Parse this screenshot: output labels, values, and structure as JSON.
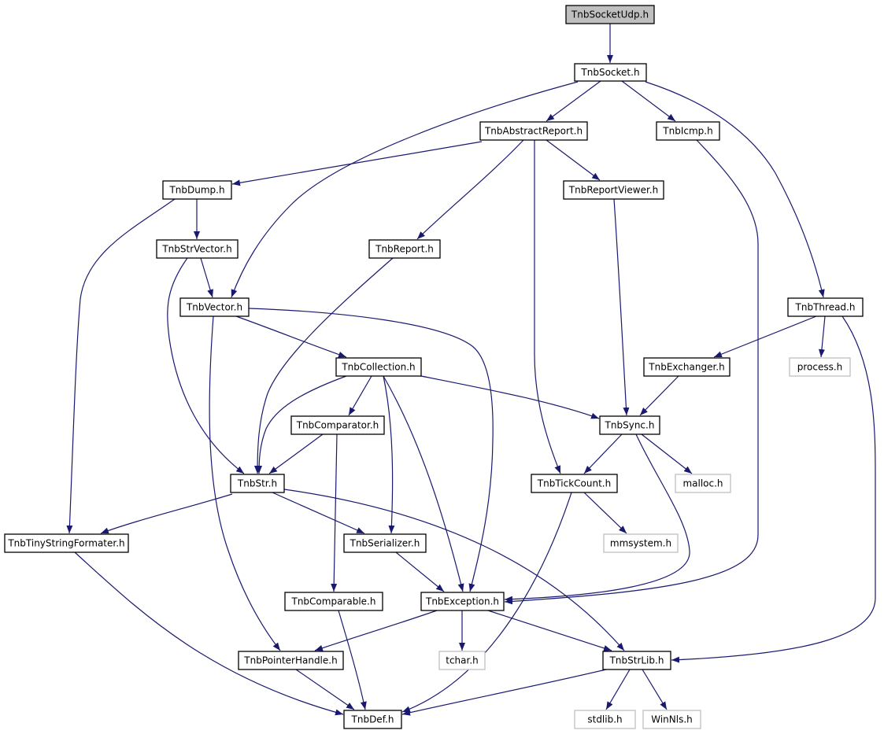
{
  "diagram": {
    "colors": {
      "edge": "#191970",
      "root_fill": "#bfbfbf",
      "node_fill": "#ffffff",
      "node_border": "#000000",
      "external_border": "#bfbfbf"
    },
    "nodes": [
      {
        "id": "TnbSocketUdp",
        "label": "TnbSocketUdp.h",
        "root": true
      },
      {
        "id": "TnbSocket",
        "label": "TnbSocket.h"
      },
      {
        "id": "TnbAbstractReport",
        "label": "TnbAbstractReport.h"
      },
      {
        "id": "TnbIcmp",
        "label": "TnbIcmp.h"
      },
      {
        "id": "TnbDump",
        "label": "TnbDump.h"
      },
      {
        "id": "TnbReportViewer",
        "label": "TnbReportViewer.h"
      },
      {
        "id": "TnbStrVector",
        "label": "TnbStrVector.h"
      },
      {
        "id": "TnbReport",
        "label": "TnbReport.h"
      },
      {
        "id": "TnbVector",
        "label": "TnbVector.h"
      },
      {
        "id": "TnbThread",
        "label": "TnbThread.h"
      },
      {
        "id": "TnbCollection",
        "label": "TnbCollection.h"
      },
      {
        "id": "TnbExchanger",
        "label": "TnbExchanger.h"
      },
      {
        "id": "process",
        "label": "process.h",
        "external": true
      },
      {
        "id": "TnbComparator",
        "label": "TnbComparator.h"
      },
      {
        "id": "TnbSync",
        "label": "TnbSync.h"
      },
      {
        "id": "TnbStr",
        "label": "TnbStr.h"
      },
      {
        "id": "TnbTickCount",
        "label": "TnbTickCount.h"
      },
      {
        "id": "malloc",
        "label": "malloc.h",
        "external": true
      },
      {
        "id": "TnbTinyStringFormater",
        "label": "TnbTinyStringFormater.h"
      },
      {
        "id": "TnbSerializer",
        "label": "TnbSerializer.h"
      },
      {
        "id": "mmsystem",
        "label": "mmsystem.h",
        "external": true
      },
      {
        "id": "TnbComparable",
        "label": "TnbComparable.h"
      },
      {
        "id": "TnbException",
        "label": "TnbException.h"
      },
      {
        "id": "TnbPointerHandle",
        "label": "TnbPointerHandle.h"
      },
      {
        "id": "tchar",
        "label": "tchar.h",
        "external": true
      },
      {
        "id": "TnbStrLib",
        "label": "TnbStrLib.h"
      },
      {
        "id": "TnbDef",
        "label": "TnbDef.h"
      },
      {
        "id": "stdlib",
        "label": "stdlib.h",
        "external": true
      },
      {
        "id": "WinNls",
        "label": "WinNls.h",
        "external": true
      }
    ],
    "edges": [
      {
        "from": "TnbSocketUdp",
        "to": "TnbSocket"
      },
      {
        "from": "TnbSocket",
        "to": "TnbAbstractReport"
      },
      {
        "from": "TnbSocket",
        "to": "TnbIcmp"
      },
      {
        "from": "TnbSocket",
        "to": "TnbVector"
      },
      {
        "from": "TnbSocket",
        "to": "TnbThread"
      },
      {
        "from": "TnbAbstractReport",
        "to": "TnbDump"
      },
      {
        "from": "TnbAbstractReport",
        "to": "TnbReportViewer"
      },
      {
        "from": "TnbAbstractReport",
        "to": "TnbReport"
      },
      {
        "from": "TnbAbstractReport",
        "to": "TnbTickCount"
      },
      {
        "from": "TnbIcmp",
        "to": "TnbException"
      },
      {
        "from": "TnbDump",
        "to": "TnbStrVector"
      },
      {
        "from": "TnbDump",
        "to": "TnbTinyStringFormater"
      },
      {
        "from": "TnbStrVector",
        "to": "TnbVector"
      },
      {
        "from": "TnbStrVector",
        "to": "TnbStr"
      },
      {
        "from": "TnbReportViewer",
        "to": "TnbSync"
      },
      {
        "from": "TnbReport",
        "to": "TnbStr"
      },
      {
        "from": "TnbVector",
        "to": "TnbCollection"
      },
      {
        "from": "TnbVector",
        "to": "TnbPointerHandle"
      },
      {
        "from": "TnbVector",
        "to": "TnbException"
      },
      {
        "from": "TnbThread",
        "to": "TnbExchanger"
      },
      {
        "from": "TnbThread",
        "to": "process"
      },
      {
        "from": "TnbThread",
        "to": "TnbStrLib"
      },
      {
        "from": "TnbExchanger",
        "to": "TnbSync"
      },
      {
        "from": "TnbCollection",
        "to": "TnbComparator"
      },
      {
        "from": "TnbCollection",
        "to": "TnbStr"
      },
      {
        "from": "TnbCollection",
        "to": "TnbSerializer"
      },
      {
        "from": "TnbCollection",
        "to": "TnbException"
      },
      {
        "from": "TnbCollection",
        "to": "TnbSync"
      },
      {
        "from": "TnbComparator",
        "to": "TnbStr"
      },
      {
        "from": "TnbComparator",
        "to": "TnbComparable"
      },
      {
        "from": "TnbSync",
        "to": "TnbTickCount"
      },
      {
        "from": "TnbSync",
        "to": "malloc"
      },
      {
        "from": "TnbSync",
        "to": "TnbException"
      },
      {
        "from": "TnbTickCount",
        "to": "mmsystem"
      },
      {
        "from": "TnbTickCount",
        "to": "TnbDef"
      },
      {
        "from": "TnbStr",
        "to": "TnbTinyStringFormater"
      },
      {
        "from": "TnbStr",
        "to": "TnbSerializer"
      },
      {
        "from": "TnbStr",
        "to": "TnbStrLib"
      },
      {
        "from": "TnbTinyStringFormater",
        "to": "TnbDef"
      },
      {
        "from": "TnbSerializer",
        "to": "TnbException"
      },
      {
        "from": "TnbComparable",
        "to": "TnbDef"
      },
      {
        "from": "TnbException",
        "to": "TnbPointerHandle"
      },
      {
        "from": "TnbException",
        "to": "tchar"
      },
      {
        "from": "TnbException",
        "to": "TnbStrLib"
      },
      {
        "from": "TnbPointerHandle",
        "to": "TnbDef"
      },
      {
        "from": "TnbStrLib",
        "to": "TnbDef"
      },
      {
        "from": "TnbStrLib",
        "to": "stdlib"
      },
      {
        "from": "TnbStrLib",
        "to": "WinNls"
      }
    ]
  }
}
